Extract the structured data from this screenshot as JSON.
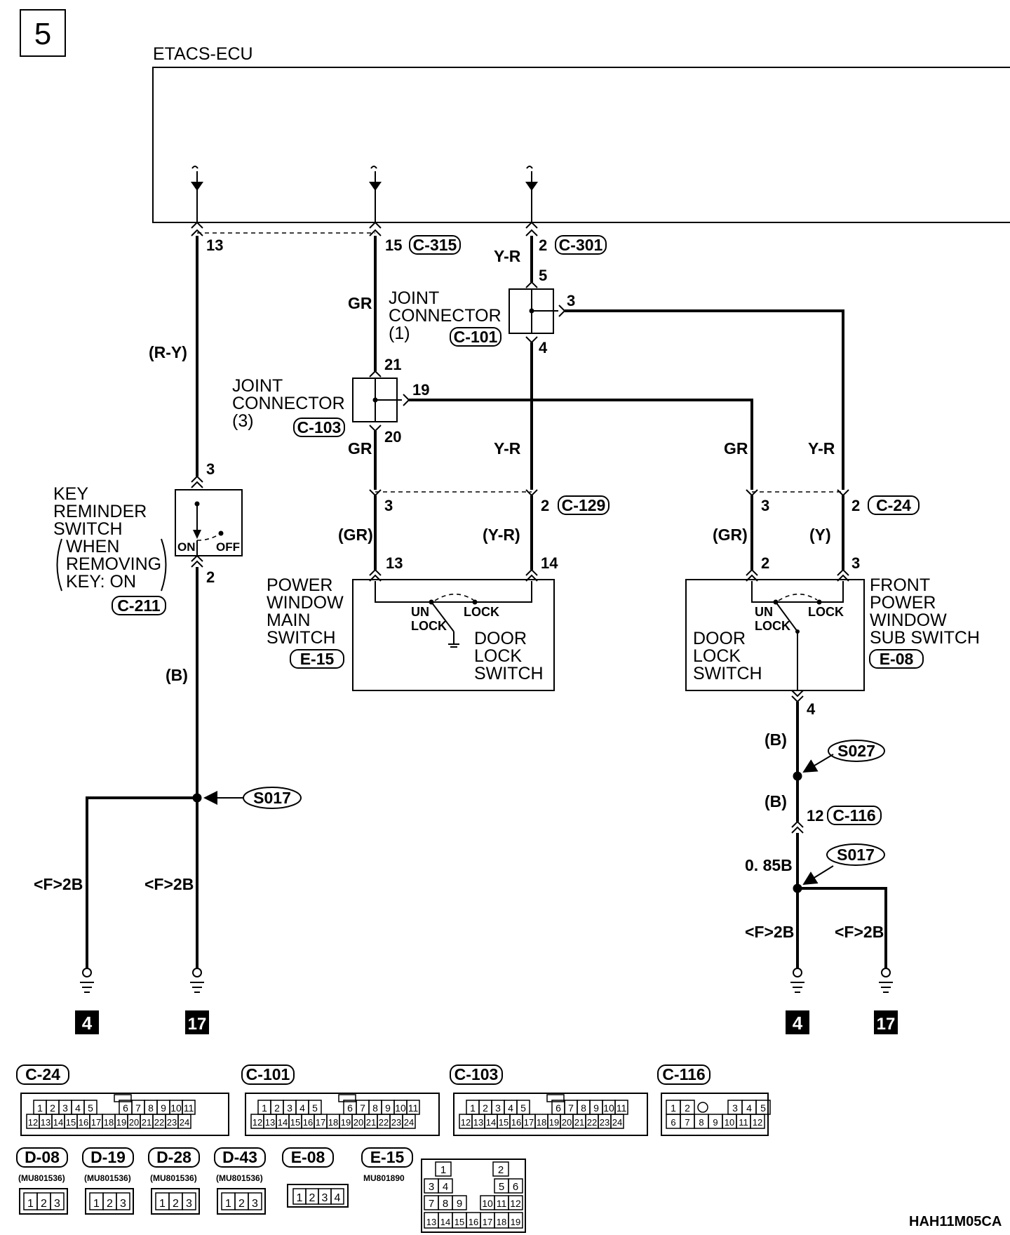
{
  "page_number": "5",
  "ecu_label": "ETACS-ECU",
  "pins": {
    "ecu_13": "13",
    "ecu_15": "15",
    "ecu_2": "2",
    "jc1_5": "5",
    "jc1_3": "3",
    "jc1_4": "4",
    "jc3_21": "21",
    "jc3_19": "19",
    "jc3_20": "20",
    "c129_3": "3",
    "c129_2": "2",
    "c24_3": "3",
    "c24_2": "2",
    "ks_3": "3",
    "ks_2": "2",
    "pw_13": "13",
    "pw_14": "14",
    "sub_2": "2",
    "sub_3": "3",
    "sub_4": "4",
    "c116_12": "12"
  },
  "connectors": {
    "c315": "C-315",
    "c301": "C-301",
    "c101": "C-101",
    "c103": "C-103",
    "c129": "C-129",
    "c24": "C-24",
    "c211": "C-211",
    "e15": "E-15",
    "e08": "E-08",
    "c116": "C-116"
  },
  "wire_colors": {
    "ry": "(R-Y)",
    "gr_a": "GR",
    "yr_a": "Y-R",
    "gr_b": "GR",
    "yr_b": "Y-R",
    "gr_c": "GR",
    "yr_c": "Y-R",
    "gr_p1": "(GR)",
    "yr_p": "(Y-R)",
    "gr_p2": "(GR)",
    "y_p": "(Y)",
    "b1": "(B)",
    "b2": "(B)",
    "b3": "(B)",
    "b085": "0. 85B",
    "f2b_1": "<F>2B",
    "f2b_2": "<F>2B",
    "f2b_3": "<F>2B",
    "f2b_4": "<F>2B"
  },
  "components": {
    "jc1": [
      "JOINT",
      "CONNECTOR",
      "(1)"
    ],
    "jc3": [
      "JOINT",
      "CONNECTOR",
      "(3)"
    ],
    "key_switch": [
      "KEY",
      "REMINDER",
      "SWITCH"
    ],
    "key_note": [
      "WHEN",
      "REMOVING",
      "KEY: ON"
    ],
    "on": "ON",
    "off": "OFF",
    "pw_main": [
      "POWER",
      "WINDOW",
      "MAIN",
      "SWITCH"
    ],
    "door_lock_1": [
      "DOOR",
      "LOCK",
      "SWITCH"
    ],
    "door_lock_2": [
      "DOOR",
      "LOCK",
      "SWITCH"
    ],
    "fr_sub": [
      "FRONT",
      "POWER",
      "WINDOW",
      "SUB SWITCH"
    ],
    "un": "UN",
    "lock_u": "LOCK",
    "lock": "LOCK"
  },
  "splices": {
    "s017a": "S017",
    "s027": "S027",
    "s017b": "S017"
  },
  "grounds": {
    "g1": "4",
    "g2": "17",
    "g3": "4",
    "g4": "17"
  },
  "connector_views": {
    "titles": [
      "C-24",
      "C-101",
      "C-103",
      "C-116"
    ],
    "c24_row1": [
      "1",
      "2",
      "3",
      "4",
      "5",
      "6",
      "7",
      "8",
      "9",
      "10",
      "11"
    ],
    "c24_row2": [
      "12",
      "13",
      "14",
      "15",
      "16",
      "17",
      "18",
      "19",
      "20",
      "21",
      "22",
      "23",
      "24"
    ],
    "c116_row1": [
      "1",
      "2",
      "3",
      "4",
      "5"
    ],
    "c116_row2": [
      "6",
      "7",
      "8",
      "9",
      "10",
      "11",
      "12"
    ],
    "small_titles": [
      "D-08",
      "D-19",
      "D-28",
      "D-43",
      "E-08",
      "E-15"
    ],
    "part_no": "(MU801536)",
    "e15_part": "MU801890",
    "three_pin": [
      "1",
      "2",
      "3"
    ],
    "four_pin": [
      "1",
      "2",
      "3",
      "4"
    ],
    "e15_pins": [
      "1",
      "2",
      "3",
      "4",
      "5",
      "6",
      "7",
      "8",
      "9",
      "10",
      "11",
      "12",
      "13",
      "14",
      "15",
      "16",
      "17",
      "18",
      "19"
    ]
  },
  "drawing_code": "HAH11M05CA"
}
